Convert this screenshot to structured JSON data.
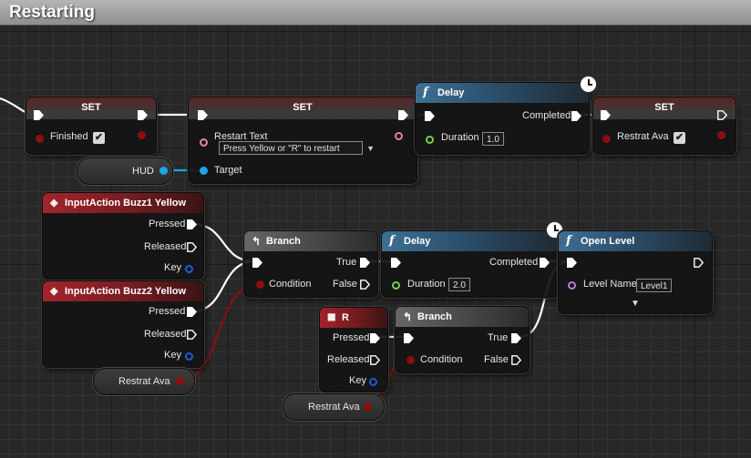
{
  "title": "Restarting",
  "colors": {
    "exec": "#ffffff",
    "bool": "#8c0f0f",
    "object": "#1aa6e8",
    "text": "#e081b0",
    "float": "#74d14c",
    "name": "#c07ad8"
  },
  "nodes": {
    "set_finished": {
      "title": "SET",
      "var_label": "Finished",
      "checked": true
    },
    "set_restart_text": {
      "title": "SET",
      "var_label": "Restart Text",
      "dropdown_value": "Press Yellow or \"R\" to restart",
      "target_label": "Target"
    },
    "hud_var": {
      "label": "HUD"
    },
    "delay1": {
      "title": "Delay",
      "out_label": "Completed",
      "duration_label": "Duration",
      "duration_value": "1.0"
    },
    "set_restrat_ava": {
      "title": "SET",
      "var_label": "Restrat Ava",
      "checked": true
    },
    "input_buzz1": {
      "title": "InputAction Buzz1 Yellow",
      "pressed": "Pressed",
      "released": "Released",
      "key": "Key"
    },
    "input_buzz2": {
      "title": "InputAction Buzz2 Yellow",
      "pressed": "Pressed",
      "released": "Released",
      "key": "Key"
    },
    "restrat_ava_var1": {
      "label": "Restrat Ava"
    },
    "branch1": {
      "title": "Branch",
      "true_label": "True",
      "false_label": "False",
      "condition_label": "Condition"
    },
    "delay2": {
      "title": "Delay",
      "out_label": "Completed",
      "duration_label": "Duration",
      "duration_value": "2.0"
    },
    "open_level": {
      "title": "Open Level",
      "level_label": "Level Name",
      "level_value": "Level1"
    },
    "key_r": {
      "title": "R",
      "pressed": "Pressed",
      "released": "Released",
      "key": "Key"
    },
    "branch2": {
      "title": "Branch",
      "true_label": "True",
      "false_label": "False",
      "condition_label": "Condition"
    },
    "restrat_ava_var2": {
      "label": "Restrat Ava"
    }
  }
}
